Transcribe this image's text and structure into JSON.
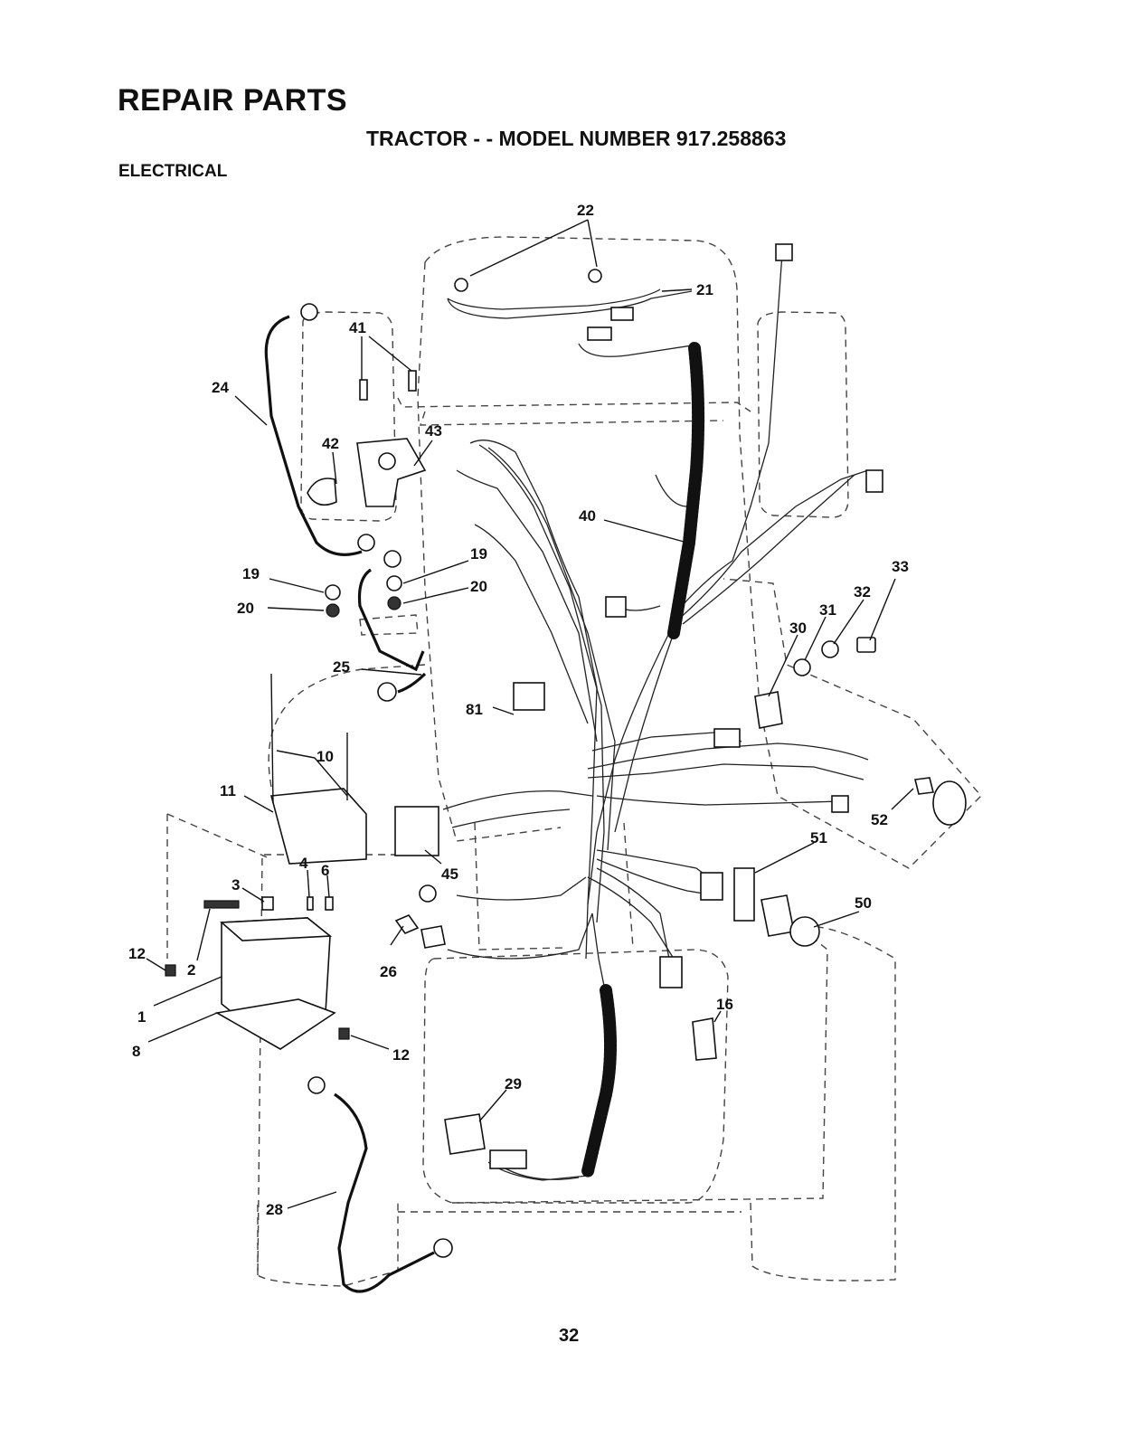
{
  "header": {
    "title": "REPAIR PARTS",
    "subtitle": "TRACTOR - - MODEL NUMBER 917.258863",
    "section": "ELECTRICAL"
  },
  "diagram": {
    "callouts": [
      "22",
      "21",
      "41",
      "24",
      "43",
      "42",
      "40",
      "19",
      "19",
      "20",
      "20",
      "33",
      "32",
      "31",
      "30",
      "25",
      "81",
      "10",
      "11",
      "4",
      "6",
      "3",
      "12",
      "2",
      "1",
      "8",
      "45",
      "26",
      "12",
      "52",
      "51",
      "50",
      "16",
      "29",
      "28"
    ]
  },
  "footer": {
    "page_number": "32"
  }
}
